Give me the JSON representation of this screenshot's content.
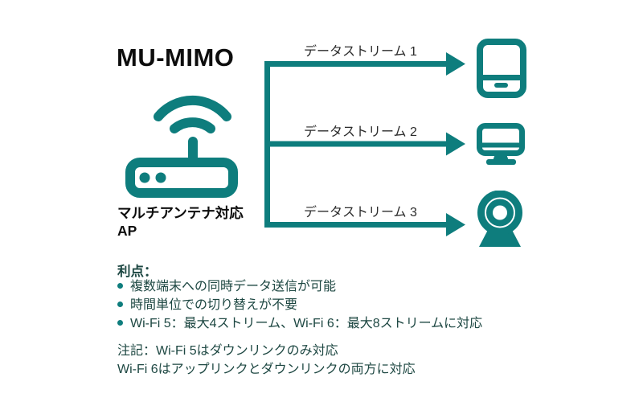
{
  "colors": {
    "accent_teal": "#0e7d7d",
    "benefit_text": "#1d4742",
    "stream_label": "#2b2b2b",
    "heading_text": "#0d0d0d"
  },
  "header": {
    "title": "MU-MIMO"
  },
  "ap": {
    "label_line1": "マルチアンテナ対応",
    "label_line2": "AP",
    "icon": "wifi-router-icon"
  },
  "streams": [
    {
      "label": "データストリーム 1",
      "device_icon": "tablet-icon"
    },
    {
      "label": "データストリーム 2",
      "device_icon": "monitor-icon"
    },
    {
      "label": "データストリーム 3",
      "device_icon": "webcam-icon"
    }
  ],
  "benefits": {
    "heading": "利点：",
    "items": [
      "複数端末への同時データ送信が可能",
      "時間単位での切り替えが不要",
      "Wi-Fi 5：最大4ストリーム、Wi-Fi 6：最大8ストリームに対応"
    ]
  },
  "notes": {
    "line1": "注記：Wi-Fi 5はダウンリンクのみ対応",
    "line2": "Wi-Fi 6はアップリンクとダウンリンクの両方に対応"
  }
}
